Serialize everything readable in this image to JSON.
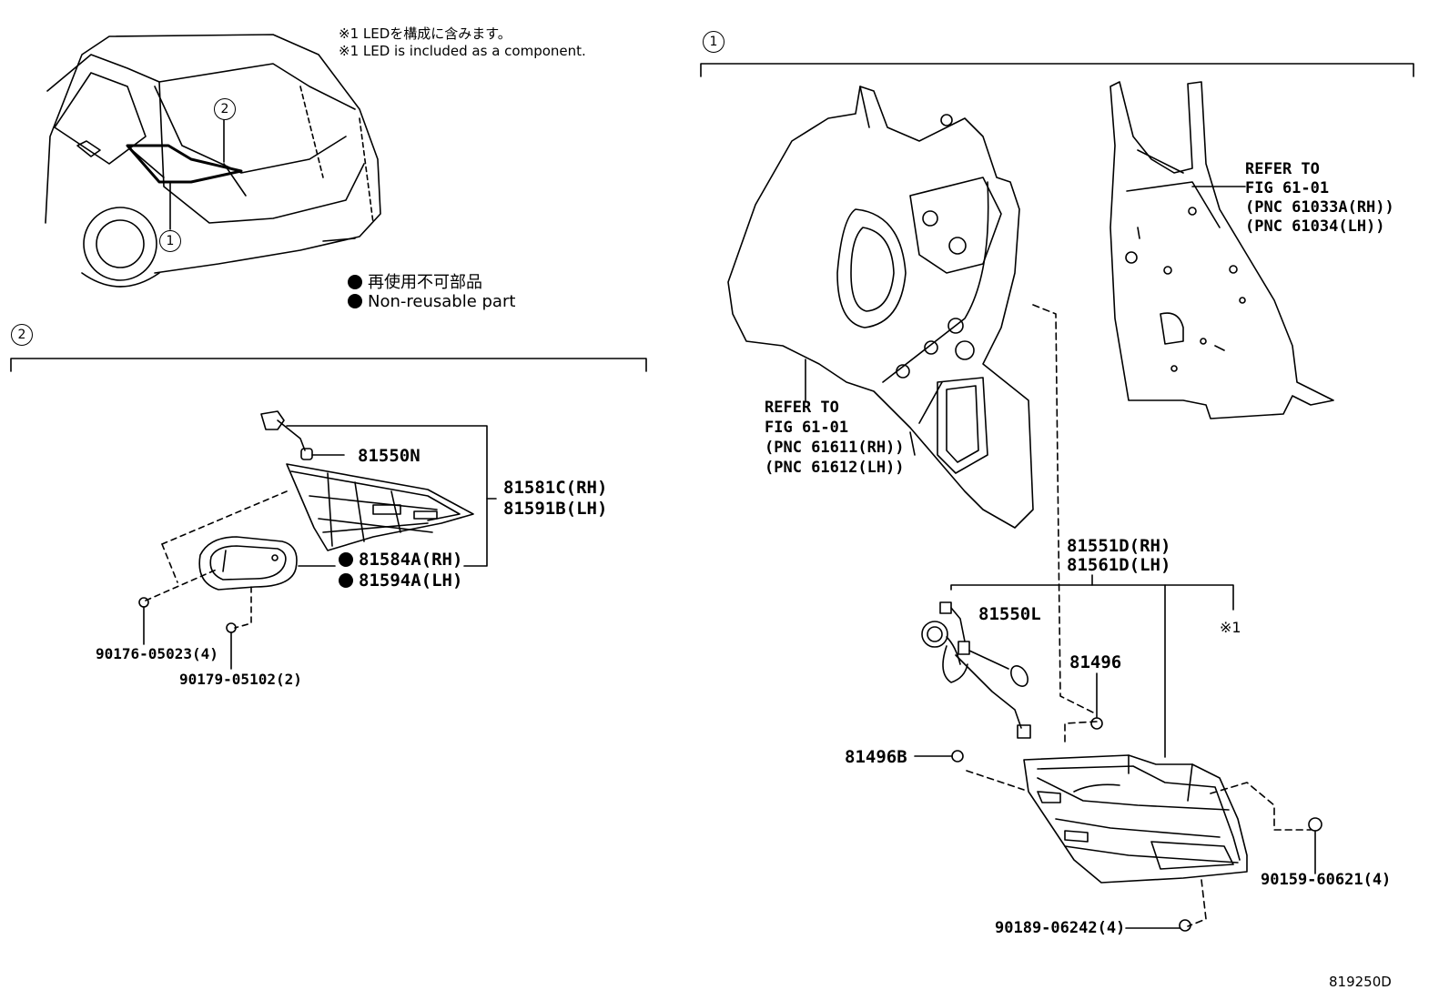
{
  "notes": {
    "jp": "※1 LEDを構成に含みます。",
    "en": "※1 LED is included as a component."
  },
  "legend": {
    "jp": "再使用不可部品",
    "en": "Non-reusable part"
  },
  "callouts": {
    "one": "1",
    "two": "2"
  },
  "section2": {
    "bulb": "81550N",
    "lamp_rh": "81581C(RH)",
    "lamp_lh": "81591B(LH)",
    "gasket_rh": "81584A(RH)",
    "gasket_lh": "81594A(LH)",
    "nut_a": "90176-05023(4)",
    "nut_b": "90179-05102(2)"
  },
  "section1": {
    "refer_a": [
      "REFER TO",
      "FIG 61-01",
      "(PNC 61611(RH))",
      "(PNC 61612(LH))"
    ],
    "refer_b": [
      "REFER TO",
      "FIG 61-01",
      "(PNC 61033A(RH))",
      "(PNC 61034(LH))"
    ],
    "lamp_rh": "81551D(RH)",
    "lamp_lh": "81561D(LH)",
    "bulb": "81550L",
    "led_note": "※1",
    "clip": "81496",
    "cushion": "81496B",
    "screw_a": "90159-60621(4)",
    "screw_b": "90189-06242(4)"
  },
  "diagram_id": "819250D"
}
